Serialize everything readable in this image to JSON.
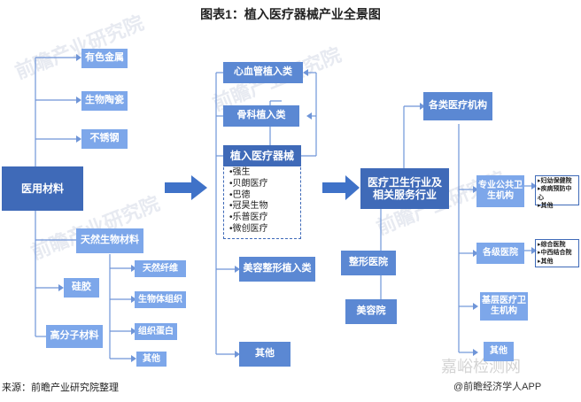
{
  "title": "图表1：植入医疗器械产业全景图",
  "source": "来源：前瞻产业研究院整理",
  "credit": "@前瞻经济学人APP",
  "watermark_texts": [
    "前瞻产业研究院",
    "嘉峪检测网"
  ],
  "left": {
    "root": "医用材料",
    "top_items": [
      "有色金属",
      "生物陶瓷",
      "不锈钢"
    ],
    "natural": "天然生物材料",
    "silicone": "硅胶",
    "polymer": "高分子材料",
    "natural_children": [
      "天然纤维",
      "生物体组织",
      "组织蛋白",
      "其他"
    ]
  },
  "middle": {
    "center": "植入医疗器械",
    "companies": [
      "•强生",
      "•贝朗医疗",
      "•巴德",
      "•冠昊生物",
      "•乐普医疗",
      "•微创医疗"
    ],
    "top_items": [
      "心血管植入类",
      "骨科植入类"
    ],
    "bottom_items": [
      "美容整形植入类",
      "其他"
    ]
  },
  "right": {
    "center": "医疗卫生行业及相关服务行业",
    "top": "各类医疗机构",
    "side_items": [
      "整形医院",
      "美容院"
    ],
    "institutions": [
      {
        "label": "专业公共卫生机构",
        "details": [
          "▸妇幼保健院",
          "▸疾病预防中心",
          "▸其他"
        ]
      },
      {
        "label": "各级医院",
        "details": [
          "▸综合医院",
          "▸中西结合院",
          "▸其他"
        ]
      },
      {
        "label": "基层医疗卫生机构",
        "details": []
      },
      {
        "label": "其他",
        "details": []
      }
    ]
  },
  "colors": {
    "primary": "#3f6ab8",
    "light": "#5b88d3",
    "pale": "#7da7ea",
    "line": "#6f95d8"
  }
}
